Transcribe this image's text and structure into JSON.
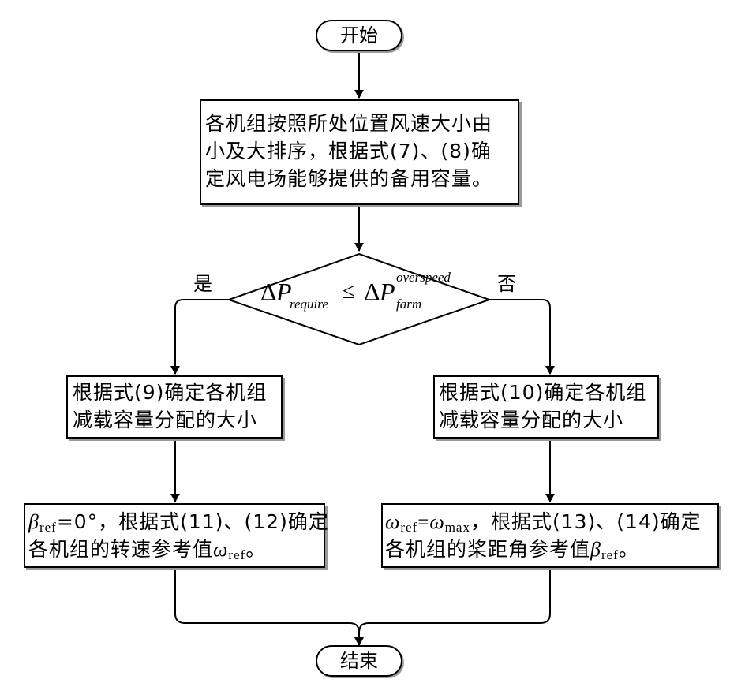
{
  "start": "开始",
  "end": "结束",
  "step1": {
    "line1": "各机组按照所处位置风速大小由",
    "line2": "小及大排序，根据式(7)、(8)确",
    "line3": "定风电场能够提供的备用容量。"
  },
  "decision": {
    "delta": "Δ",
    "p": "P",
    "sub_left": "require",
    "leq": "≤",
    "sup_right": "overspeed",
    "sub_right": "farm"
  },
  "branch_yes": "是",
  "branch_no": "否",
  "left_box1": {
    "line1": "根据式(9)确定各机组",
    "line2": "减载容量分配的大小"
  },
  "right_box1": {
    "line1": "根据式(10)确定各机组",
    "line2": "减载容量分配的大小"
  },
  "left_box2": {
    "beta": "β",
    "ref": "ref",
    "eq": "=0°，根据式(11)、(12)确定",
    "line2_a": "各机组的转速参考值",
    "omega": "ω",
    "ref2": "ref",
    "end_mark": "。"
  },
  "right_box2": {
    "omega": "ω",
    "ref": "ref",
    "eq": "=",
    "omega2": "ω",
    "max": "max",
    "rest": "，根据式(13)、(14)确定",
    "line2_a": "各机组的桨距角参考值",
    "beta": "β",
    "ref2": "ref",
    "end_mark": "。"
  }
}
